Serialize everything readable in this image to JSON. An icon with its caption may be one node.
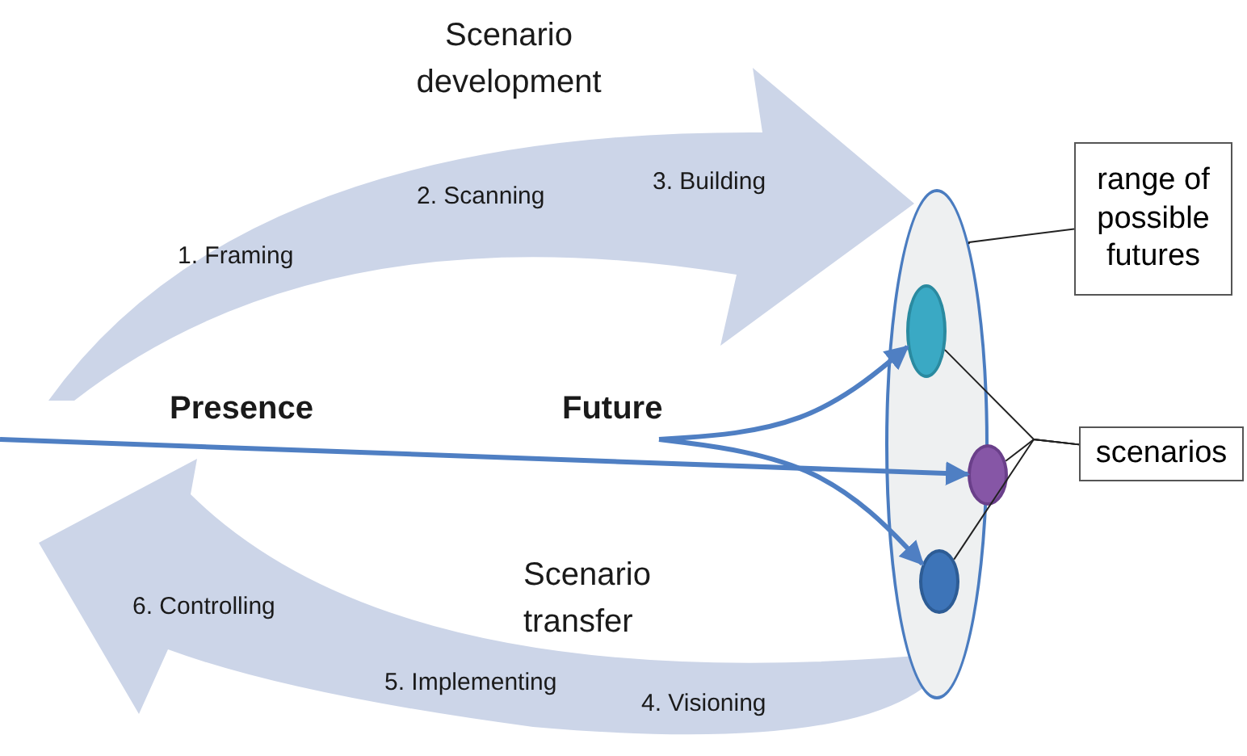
{
  "diagram": {
    "nodes": [
      {
        "text": [
          "range of possible futures"
        ]
      },
      {
        "text": [],
        "shape": "ellipse"
      },
      {
        "text": [],
        "shape": "ellipse",
        "in": 1
      },
      {
        "text": [],
        "shape": "ellipse",
        "in": 1
      },
      {
        "text": [],
        "shape": "ellipse",
        "in": 1
      },
      {
        "text": [
          "scenarios"
        ]
      }
    ],
    "edges": [
      {
        "from": 0,
        "to": 1,
        "arrow": "none"
      },
      {
        "from": 5,
        "to": 2,
        "arrow": "none"
      },
      {
        "from": 5,
        "to": 3,
        "arrow": "none"
      },
      {
        "from": 5,
        "to": 4,
        "arrow": "none"
      },
      {
        "from": null,
        "to": 3,
        "arrow": "to",
        "style": "thick",
        "color": "#4f7fc3"
      },
      {
        "from": null,
        "to": 2,
        "arrow": "to",
        "style": "thick",
        "color": "#4f7fc3"
      },
      {
        "from": null,
        "to": 4,
        "arrow": "to",
        "style": "thick",
        "color": "#4f7fc3"
      }
    ],
    "labels": [
      "Scenario development",
      "1. Framing",
      "2. Scanning",
      "3. Building",
      "Presence",
      "Future",
      "Scenario transfer",
      "6. Controlling",
      "5. Implementing",
      "4. Visioning"
    ]
  }
}
